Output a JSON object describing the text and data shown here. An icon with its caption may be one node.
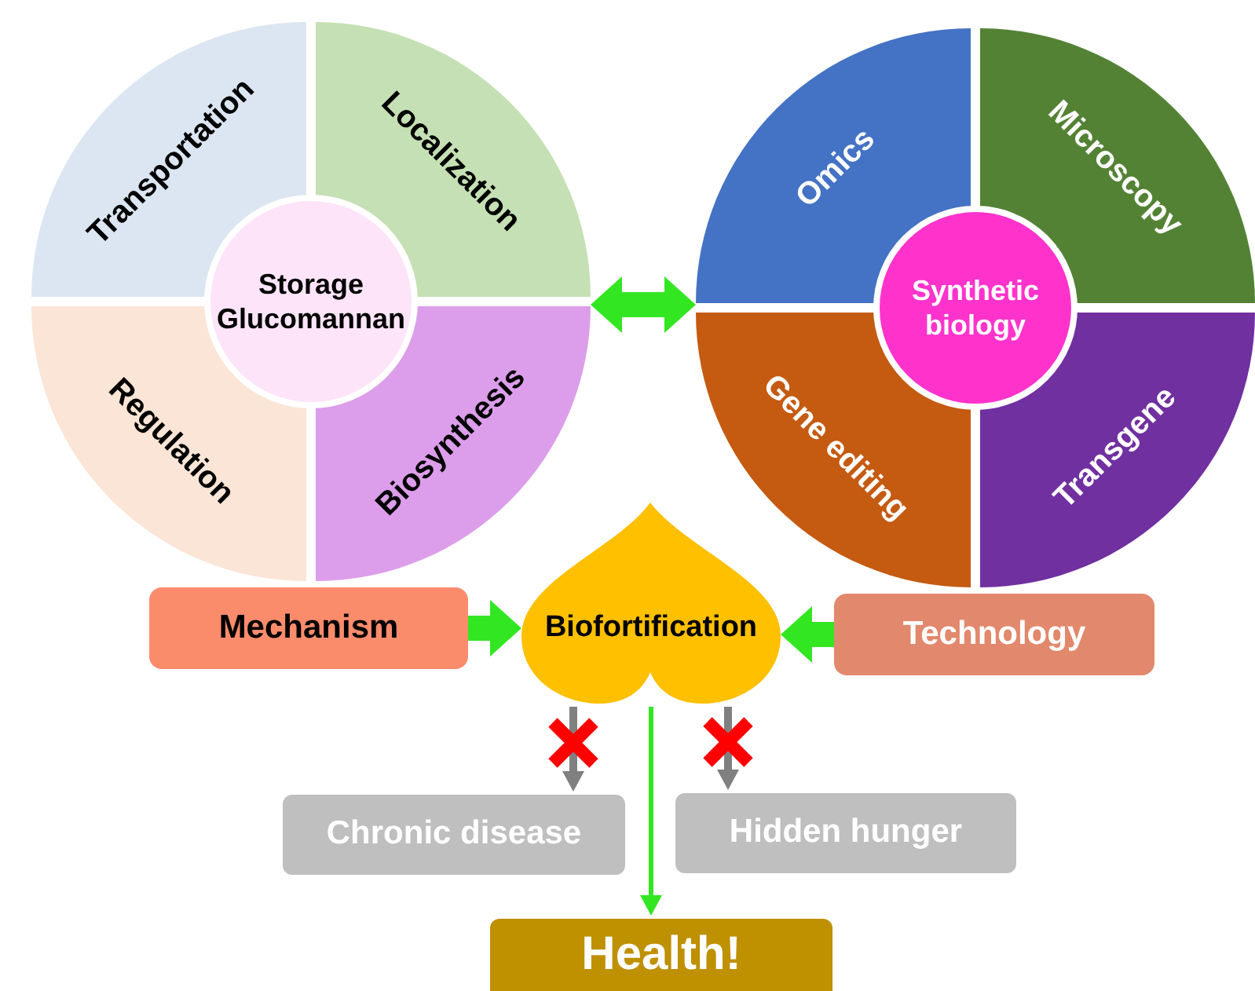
{
  "diagram": {
    "nodes": [
      {
        "text": [],
        "shape": "circle"
      },
      {
        "text": [
          "Transportation"
        ],
        "in": 0
      },
      {
        "text": [
          "Localization"
        ],
        "in": 0
      },
      {
        "text": [
          "Regulation"
        ],
        "in": 0
      },
      {
        "text": [
          "Biosynthesis"
        ],
        "in": 0
      },
      {
        "text": [
          "Storage Glucomannan"
        ],
        "in": 0
      },
      {
        "text": [],
        "shape": "circle"
      },
      {
        "text": [
          "Omics"
        ],
        "in": 6
      },
      {
        "text": [
          "Microscopy"
        ],
        "in": 6
      },
      {
        "text": [
          "Synthetic biology"
        ],
        "in": 6
      },
      {
        "text": [
          "Gene editing"
        ],
        "in": 6
      },
      {
        "text": [
          "Transgene"
        ],
        "in": 6
      },
      {
        "text": [
          "Mechanism"
        ]
      },
      {
        "text": [
          "Biofortification"
        ]
      },
      {
        "text": [
          "Technology"
        ]
      },
      {
        "text": [
          "Chronic disease"
        ]
      },
      {
        "text": [
          "Hidden hunger"
        ]
      },
      {
        "text": [
          "Health!"
        ]
      }
    ],
    "edges": [
      {
        "from": 0,
        "to": 6,
        "arrow": "both",
        "style": "thick"
      },
      {
        "from": 12,
        "to": 13,
        "arrow": "to",
        "style": "thick"
      },
      {
        "from": 14,
        "to": 13,
        "arrow": "to",
        "style": "thick"
      },
      {
        "from": 13,
        "to": 15,
        "arrow": "to",
        "color": "#808080"
      },
      {
        "from": 13,
        "to": 16,
        "arrow": "to",
        "color": "#808080"
      },
      {
        "from": 13,
        "to": 17,
        "arrow": "to"
      }
    ]
  }
}
